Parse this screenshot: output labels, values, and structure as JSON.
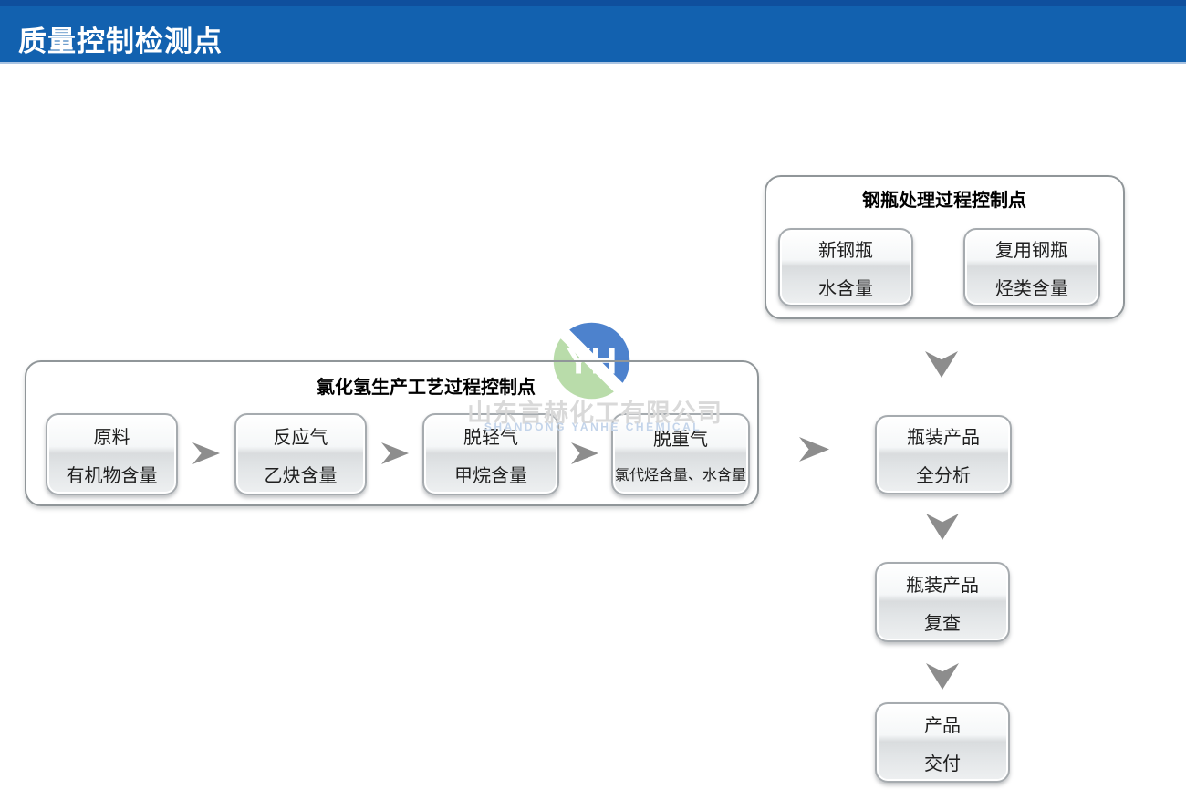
{
  "header": {
    "title": "质量控制检测点",
    "bg_color": "#1261af",
    "top_strip_color": "#0f4f9d",
    "text_color": "#ffffff"
  },
  "watermark": {
    "company_cn": "山东言赫化工有限公司",
    "company_en": "SHANDONG YANHE CHEMICAL",
    "logo_blue": "#4d82cd",
    "logo_green": "#b9dcaa",
    "logo_letters": "YH"
  },
  "cylinder_group": {
    "title": "钢瓶处理过程控制点",
    "nodes": [
      {
        "line1": "新钢瓶",
        "line2": "水含量"
      },
      {
        "line1": "复用钢瓶",
        "line2": "烃类含量"
      }
    ]
  },
  "process_group": {
    "title": "氯化氢生产工艺过程控制点",
    "nodes": [
      {
        "line1": "原料",
        "line2": "有机物含量"
      },
      {
        "line1": "反应气",
        "line2": "乙炔含量"
      },
      {
        "line1": "脱轻气",
        "line2": "甲烷含量"
      },
      {
        "line1": "脱重气",
        "line2": "氯代烃含量、水含量"
      }
    ]
  },
  "output_chain": {
    "nodes": [
      {
        "line1": "瓶装产品",
        "line2": "全分析"
      },
      {
        "line1": "瓶装产品",
        "line2": "复查"
      },
      {
        "line1": "产品",
        "line2": "交付"
      }
    ]
  },
  "colors": {
    "arrow": "#8d8d8d",
    "node_border": "#a6abaf",
    "frame_border": "#909699",
    "watermark_cn": "#d9d9d9",
    "watermark_en": "#c3d4ea"
  }
}
